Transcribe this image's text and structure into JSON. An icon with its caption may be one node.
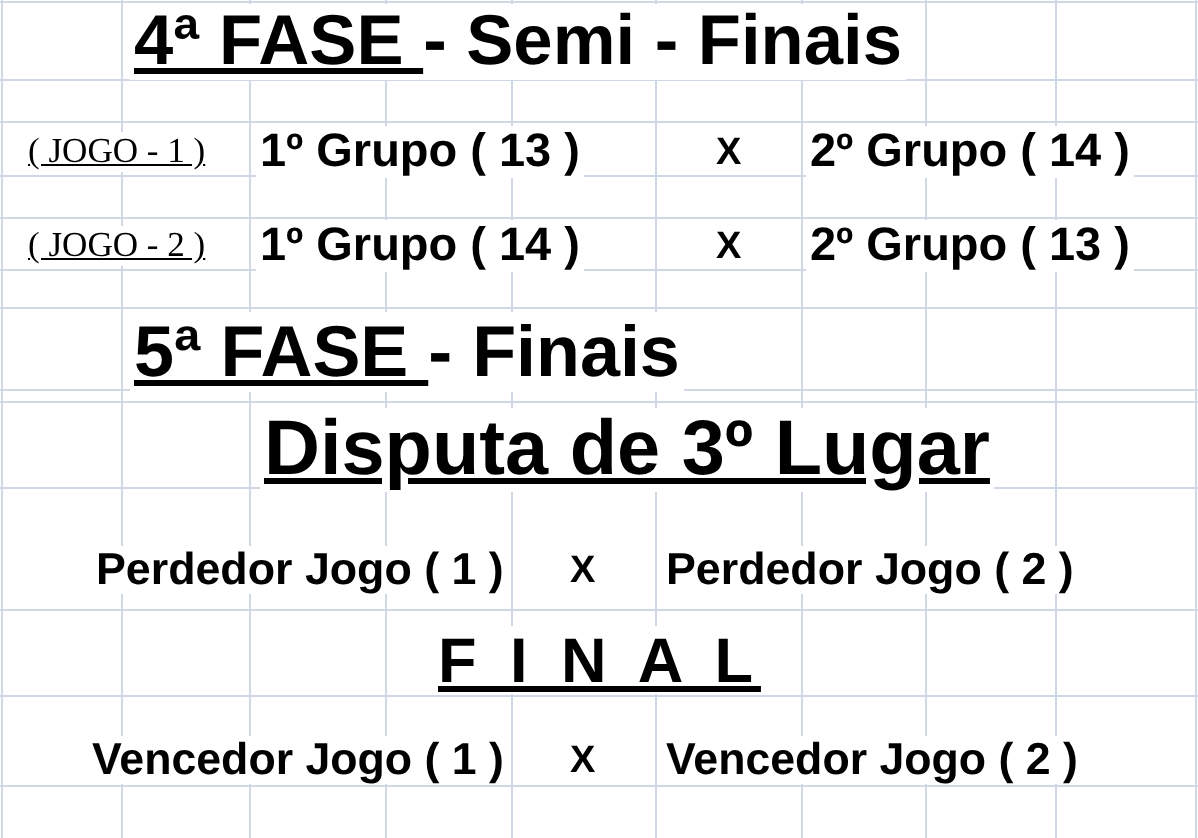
{
  "diagram": {
    "title": "4ª FASE - Semi - Finais",
    "labels": [
      "( JOGO - 1 )",
      "1º Grupo ( 13 )",
      "X",
      "2º Grupo ( 14 )",
      "( JOGO - 2 )",
      "1º Grupo ( 14 )",
      "X",
      "2º Grupo ( 13 )",
      "5ª FASE - Finais",
      "Disputa de 3º Lugar",
      "Perdedor Jogo ( 1 )",
      "X",
      "Perdedor Jogo ( 2 )",
      "F I N A L",
      "Vencedor Jogo ( 1 )",
      "X",
      "Vencedor Jogo ( 2 )"
    ]
  }
}
